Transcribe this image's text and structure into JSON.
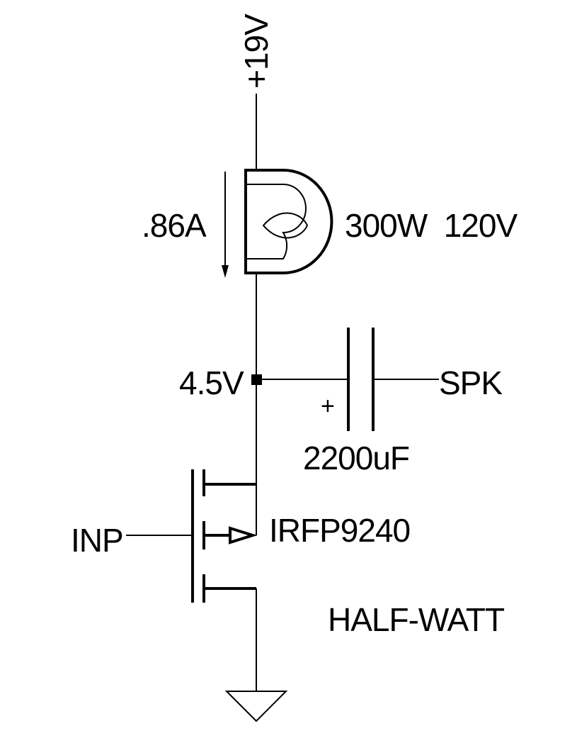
{
  "labels": {
    "supply": "+19V",
    "current": ".86A",
    "lamp_rating": "300W  120V",
    "node_voltage": "4.5V",
    "output": "SPK",
    "cap_polarity": "+",
    "capacitor": "2200uF",
    "input": "INP",
    "transistor": "IRFP9240",
    "title": "HALF-WATT"
  }
}
